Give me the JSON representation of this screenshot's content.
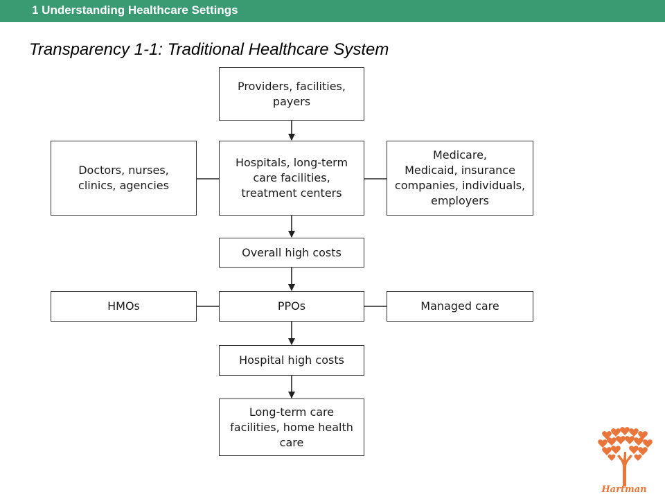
{
  "header": {
    "title": "1 Understanding Healthcare Settings"
  },
  "page_title": "Transparency 1-1: Traditional Healthcare System",
  "diagram": {
    "boxes": {
      "providers": "Providers, facilities,\npayers",
      "doctors": "Doctors, nurses,\nclinics, agencies",
      "hospitals": "Hospitals, long-term\ncare facilities,\ntreatment centers",
      "payers": "Medicare,\nMedicaid, insurance\ncompanies, individuals,\nemployers",
      "overall_costs": "Overall high costs",
      "hmos": "HMOs",
      "ppos": "PPOs",
      "managed_care": "Managed care",
      "hospital_costs": "Hospital high costs",
      "longterm": "Long-term care\nfacilities, home health\ncare"
    }
  },
  "logo": {
    "icon": "tree-of-hearts-icon",
    "text": "Hartman",
    "color": "#e8753a"
  },
  "colors": {
    "header_bar": "#3a9a72",
    "box_border": "#333333"
  }
}
